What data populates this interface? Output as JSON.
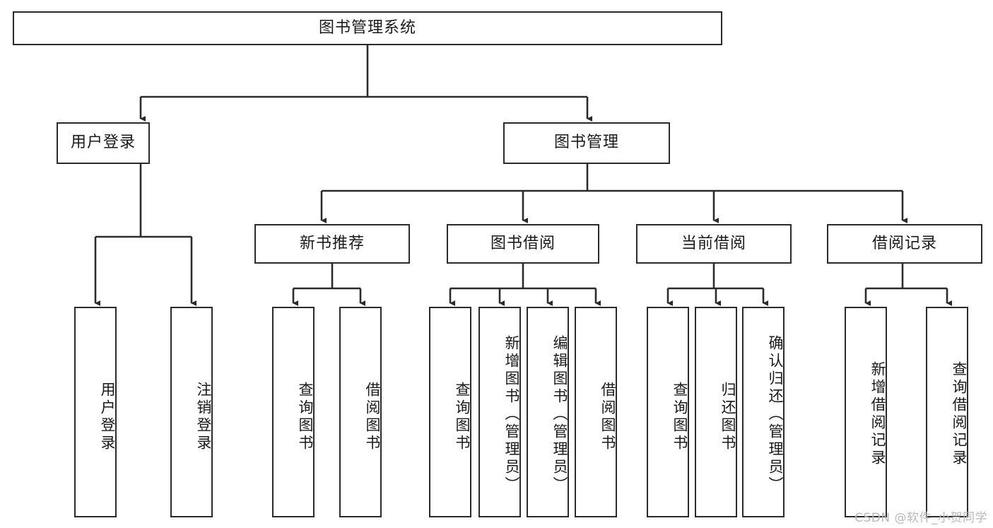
{
  "diagram": {
    "type": "tree",
    "title": "图书管理系统",
    "orientation": "top-down",
    "colors": {
      "box_border": "#2b2b2b",
      "box_fill": "#ffffff",
      "edge": "#2b2b2b",
      "text": "#1a1a1a",
      "watermark": "#b9b9b9"
    },
    "root": {
      "label": "图书管理系统"
    },
    "level2": [
      {
        "label": "用户登录"
      },
      {
        "label": "图书管理"
      }
    ],
    "level3": [
      {
        "label": "新书推荐"
      },
      {
        "label": "图书借阅"
      },
      {
        "label": "当前借阅"
      },
      {
        "label": "借阅记录"
      }
    ],
    "leaves": {
      "user_login": [
        {
          "label": "用户登录"
        },
        {
          "label": "注销登录"
        }
      ],
      "new_book_recommend": [
        {
          "label": "查询图书"
        },
        {
          "label": "借阅图书"
        }
      ],
      "book_borrow": [
        {
          "label": "查询图书"
        },
        {
          "label": "新增图书（管理员）"
        },
        {
          "label": "编辑图书（管理员）"
        },
        {
          "label": "借阅图书"
        }
      ],
      "current_borrow": [
        {
          "label": "查询图书"
        },
        {
          "label": "归还图书"
        },
        {
          "label": "确认归还（管理员）"
        }
      ],
      "borrow_record": [
        {
          "label": "新增借阅记录"
        },
        {
          "label": "查询借阅记录"
        }
      ]
    },
    "watermark": "CSDN @软件_小贺同学"
  }
}
